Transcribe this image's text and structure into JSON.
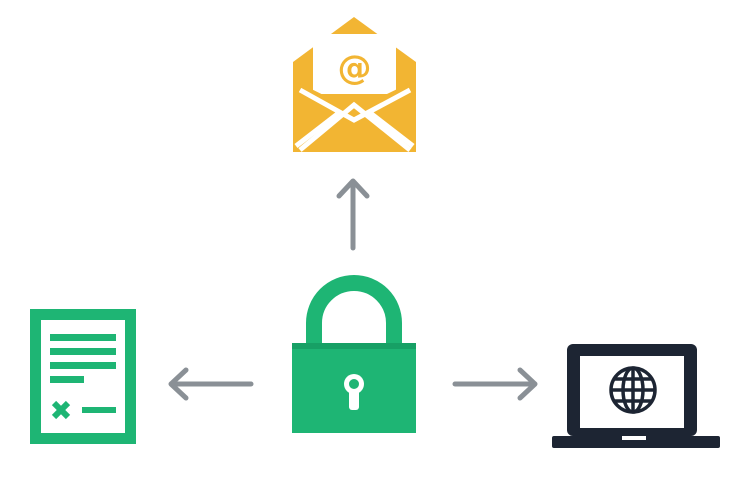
{
  "diagram": {
    "center": {
      "icon": "padlock-icon"
    },
    "targets": [
      {
        "icon": "email-envelope-icon",
        "direction": "up"
      },
      {
        "icon": "document-form-icon",
        "direction": "left"
      },
      {
        "icon": "laptop-globe-icon",
        "direction": "right"
      }
    ],
    "email_symbol": "@"
  },
  "colors": {
    "lock_green": "#1eb574",
    "document_green": "#1eb574",
    "email_yellow": "#f2b533",
    "laptop_navy": "#1d2533",
    "arrow_gray": "#8a9096",
    "background": "#ffffff"
  }
}
